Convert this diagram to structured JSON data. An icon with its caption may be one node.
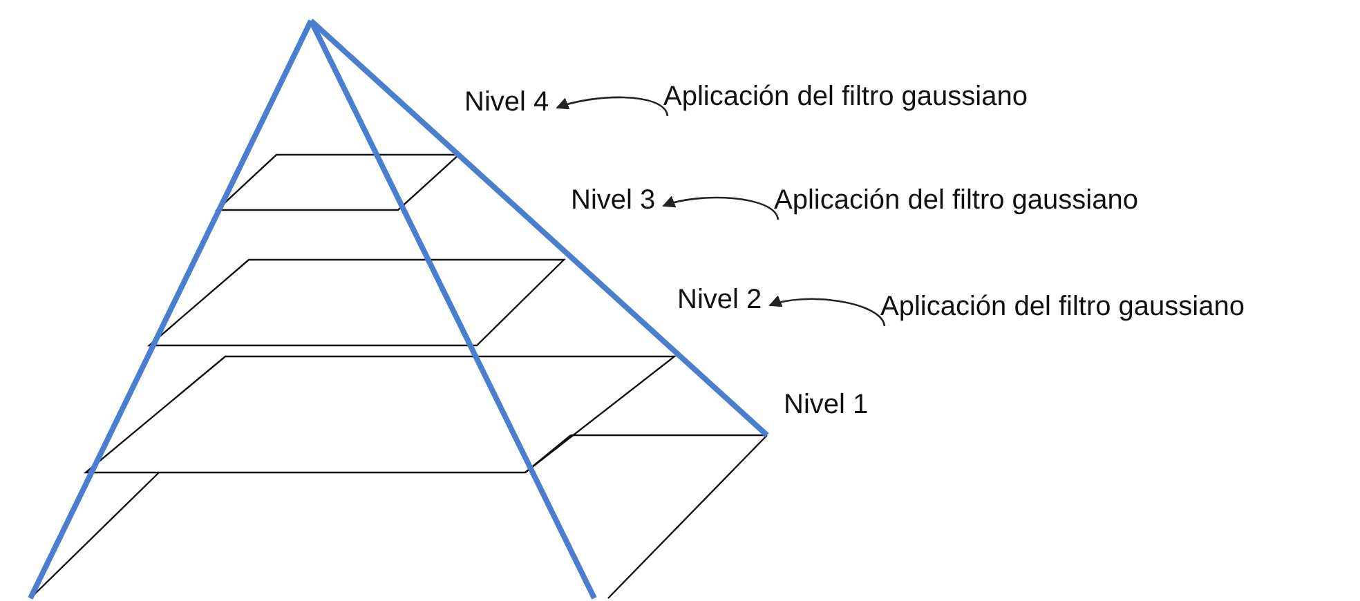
{
  "diagram": {
    "nodes": [
      {
        "text": [
          "Nivel 4"
        ]
      },
      {
        "text": [
          "Aplicación del filtro gaussiano"
        ]
      },
      {
        "text": [
          "Nivel 3"
        ]
      },
      {
        "text": [
          "Aplicación del filtro gaussiano"
        ]
      },
      {
        "text": [
          "Nivel 2"
        ]
      },
      {
        "text": [
          "Aplicación del filtro gaussiano"
        ]
      },
      {
        "text": [
          "Nivel 1"
        ]
      }
    ],
    "edges": [
      {
        "from": 1,
        "to": 0,
        "arrow": "to"
      },
      {
        "from": 3,
        "to": 2,
        "arrow": "to"
      },
      {
        "from": 5,
        "to": 4,
        "arrow": "to"
      }
    ]
  }
}
